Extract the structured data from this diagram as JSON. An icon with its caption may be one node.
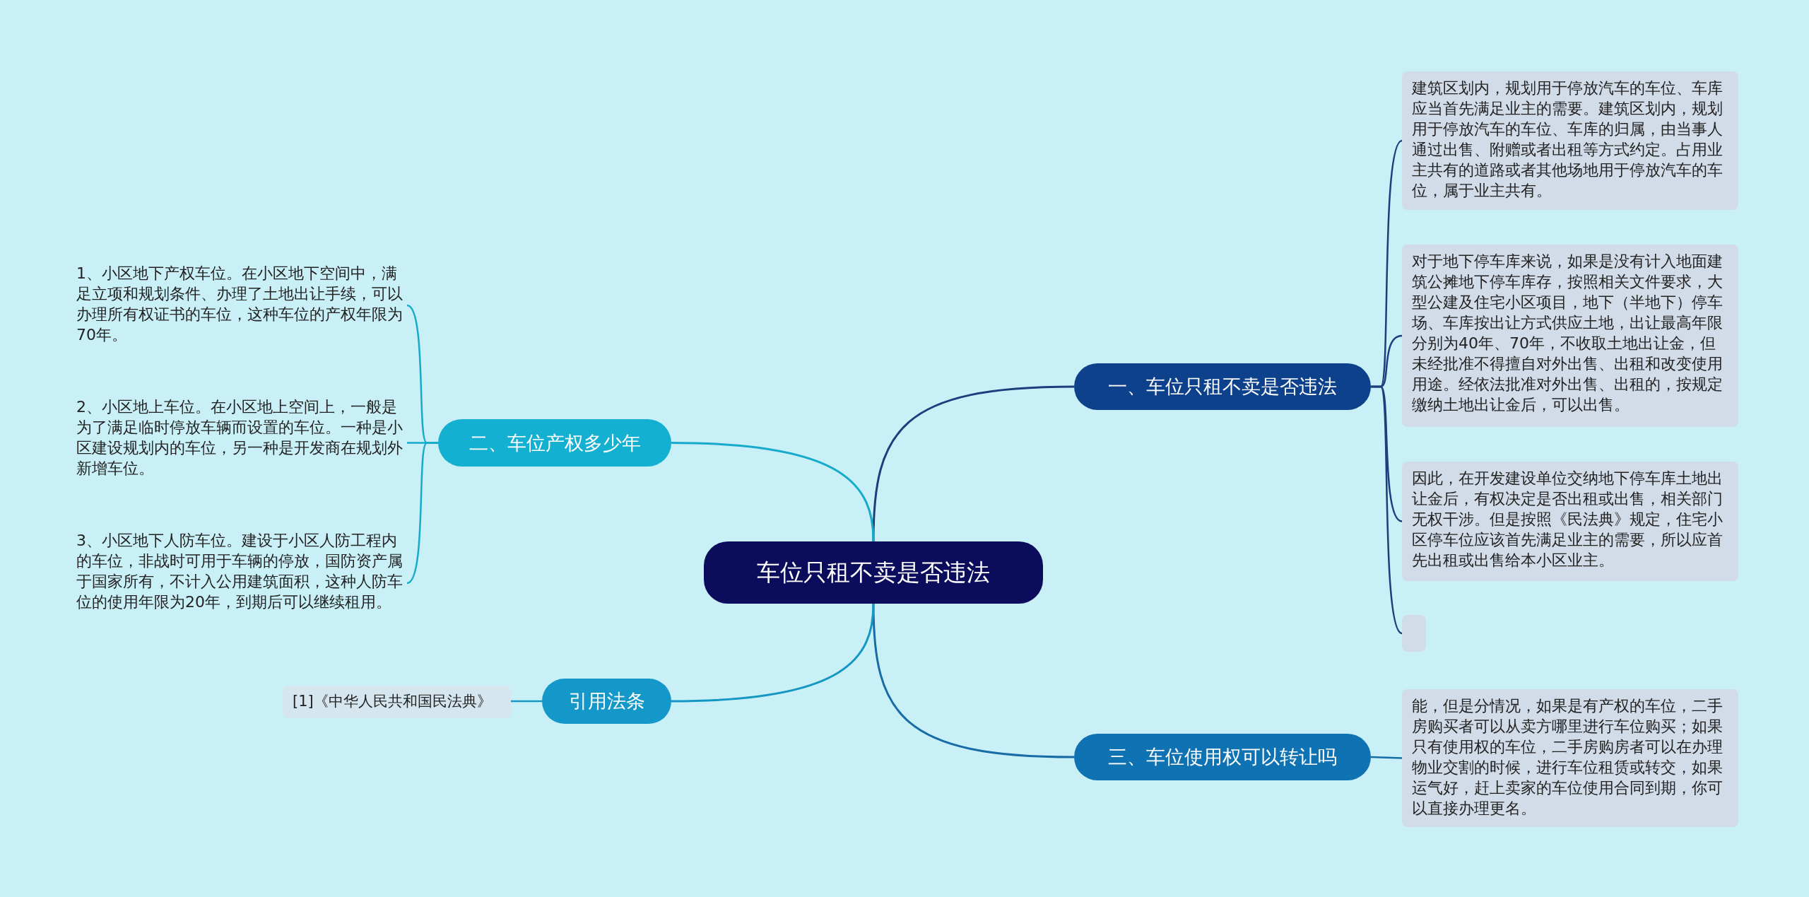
{
  "diagram": {
    "nodes": [
      {
        "text": [
          "车位只租不卖是否违法"
        ]
      },
      {
        "text": [
          "一、车位只租不卖是否违法"
        ]
      },
      {
        "text": [
          "建筑区划内，规划用于停放汽车的车位、车库应当首先满足业主的需要。建筑区划内，规划用于停放汽车的车位、车库的归属，由当事人通过出售、附赠或者出租等方式约定。占用业主共有的道路或者其他场地用于停放汽车的车位，属于业主共有。"
        ]
      },
      {
        "text": [
          "对于地下停车库来说，如果是没有计入地面建筑公摊地下停车库存，按照相关文件要求，大型公建及住宅小区项目，地下（半地下）停车场、车库按出让方式供应土地，出让最高年限分别为40年、70年，不收取土地出让金，但未经批准不得擅自对外出售、出租和改变使用用途。经依法批准对外出售、出租的，按规定缴纳土地出让金后，可以出售。"
        ]
      },
      {
        "text": [
          "因此，在开发建设单位交纳地下停车库土地出让金后，有权决定是否出租或出售，相关部门无权干涉。但是按照《民法典》规定，住宅小区停车位应该首先满足业主的需要，所以应首先出租或出售给本小区业主。"
        ]
      },
      {
        "text": [],
        "shape": "box"
      },
      {
        "text": [
          "二、车位产权多少年"
        ]
      },
      {
        "text": [
          "1、小区地下产权车位。在小区地下空间中，满足立项和规划条件、办理了土地出让手续，可以办理所有权证书的车位，这种车位的产权年限为70年。"
        ]
      },
      {
        "text": [
          "2、小区地上车位。在小区地上空间上，一般是为了满足临时停放车辆而设置的车位。一种是小区建设规划内的车位，另一种是开发商在规划外新增车位。"
        ]
      },
      {
        "text": [
          "3、小区地下人防车位。建设于小区人防工程内的车位，非战时可用于车辆的停放，国防资产属于国家所有，不计入公用建筑面积，这种人防车位的使用年限为20年，到期后可以继续租用。"
        ]
      },
      {
        "text": [
          "三、车位使用权可以转让吗"
        ]
      },
      {
        "text": [
          "能，但是分情况，如果是有产权的车位，二手房购买者可以从卖方哪里进行车位购买；如果只有使用权的车位，二手房购房者可以在办理物业交割的时候，进行车位租赁或转交，如果运气好，赶上卖家的车位使用合同到期，你可以直接办理更名。"
        ]
      },
      {
        "text": [
          "引用法条"
        ]
      },
      {
        "text": [
          "[1]《中华人民共和国民法典》"
        ]
      }
    ],
    "edges": [
      {
        "from": 0,
        "to": 1,
        "arrow": "none",
        "color": "#1b3f7c"
      },
      {
        "from": 1,
        "to": 2,
        "arrow": "none",
        "color": "#1b3f7c"
      },
      {
        "from": 1,
        "to": 3,
        "arrow": "none",
        "color": "#1b3f7c"
      },
      {
        "from": 1,
        "to": 4,
        "arrow": "none",
        "color": "#1b3f7c"
      },
      {
        "from": 1,
        "to": 5,
        "arrow": "none",
        "color": "#1b3f7c"
      },
      {
        "from": 0,
        "to": 6,
        "arrow": "none",
        "color": "#16aacb"
      },
      {
        "from": 6,
        "to": 7,
        "arrow": "none",
        "color": "#16aacb"
      },
      {
        "from": 6,
        "to": 8,
        "arrow": "none",
        "color": "#16aacb"
      },
      {
        "from": 6,
        "to": 9,
        "arrow": "none",
        "color": "#16aacb"
      },
      {
        "from": 0,
        "to": 10,
        "arrow": "none",
        "color": "#176ca6"
      },
      {
        "from": 10,
        "to": 11,
        "arrow": "none",
        "color": "#176ca6"
      },
      {
        "from": 0,
        "to": 12,
        "arrow": "none",
        "color": "#1597c4"
      },
      {
        "from": 12,
        "to": 13,
        "arrow": "none",
        "color": "#1597c4"
      }
    ]
  }
}
